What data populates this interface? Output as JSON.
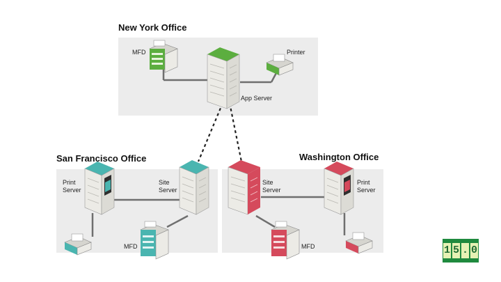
{
  "offices": {
    "new_york": {
      "title": "New York Office"
    },
    "san_francisco": {
      "title": "San Francisco Office"
    },
    "washington": {
      "title": "Washington Office"
    }
  },
  "labels": {
    "ny_mfd": "MFD",
    "ny_printer": "Printer",
    "ny_app_server": "App Server",
    "sf_print_server": "Print\nServer",
    "sf_site_server": "Site\nServer",
    "sf_mfd": "MFD",
    "wa_site_server": "Site\nServer",
    "wa_print_server": "Print\nServer",
    "wa_mfd": "MFD"
  },
  "badge": {
    "d1": "1",
    "d2": "5",
    "d3": ".",
    "d4": "0"
  },
  "colors": {
    "new_york": "#5cae3f",
    "san_francisco": "#4ab5b0",
    "washington": "#d54a5c",
    "device_body": "#ecebe6",
    "link": "#6f6f6f"
  }
}
